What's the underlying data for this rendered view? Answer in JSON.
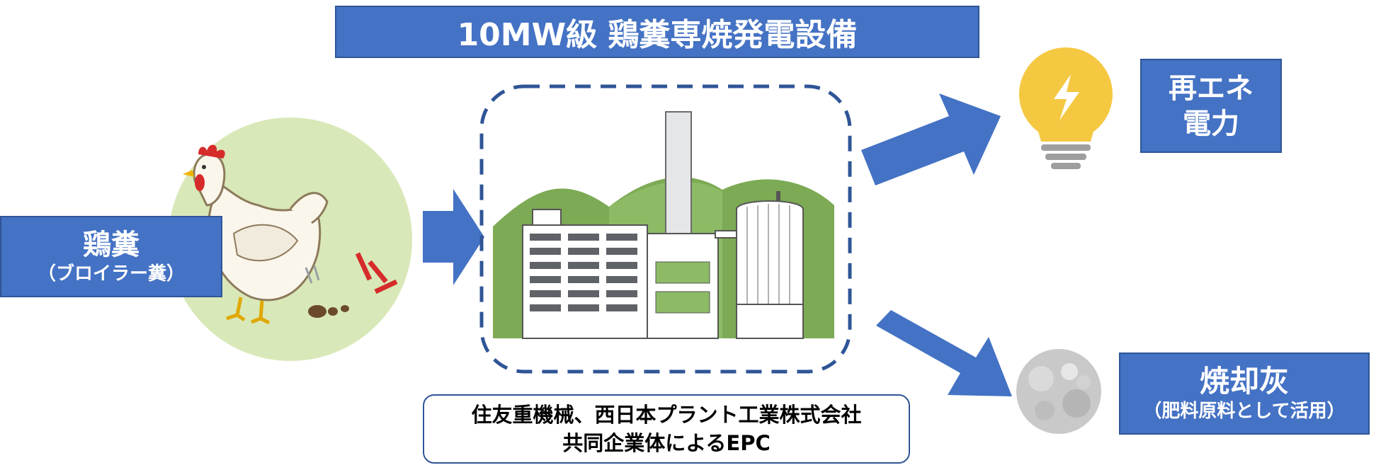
{
  "title": "10MW級 鶏糞専焼発電設備",
  "input": {
    "label": "鶏糞",
    "sub": "（ブロイラー糞）"
  },
  "outputs": {
    "power": {
      "line1": "再エネ",
      "line2": "電力"
    },
    "ash": {
      "label": "焼却灰",
      "sub": "（肥料原料として活用）"
    }
  },
  "epc": {
    "line1": "住友重機械、西日本プラント工業株式会社",
    "line2": "共同企業体によるEPC"
  },
  "colors": {
    "box_fill": "#4472C4",
    "box_border": "#2F5597",
    "dashed_border": "#2F5597",
    "hill": "#7DAA55",
    "hill_dark": "#5F8F3A",
    "chicken_bg": "#D9E8B8",
    "bulb": "#F5C842"
  },
  "icons": [
    "chicken-icon",
    "power-plant-icon",
    "light-bulb-icon",
    "ash-icon",
    "arrow-right-icon"
  ]
}
